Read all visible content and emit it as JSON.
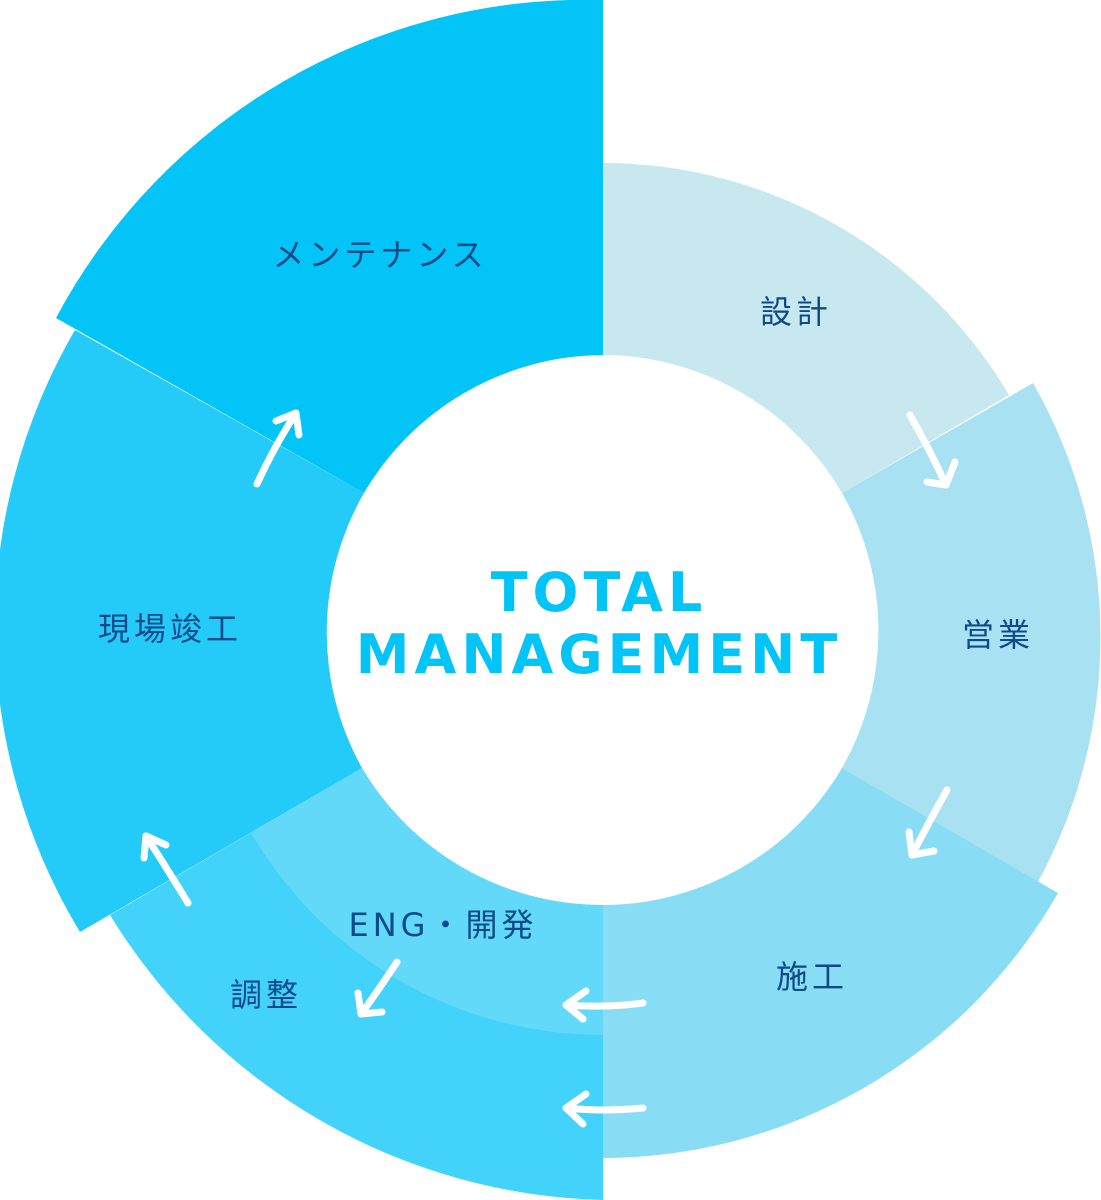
{
  "center": {
    "line1": "TOTAL",
    "line2": "MANAGEMENT"
  },
  "segments": {
    "maintenance": "メンテナンス",
    "design": "設計",
    "sales": "営業",
    "construction": "施工",
    "eng_dev": "ENG・開発",
    "adjustment": "調整",
    "completion": "現場竣工"
  },
  "colors": {
    "maintenance": "#03c4f7",
    "completion": "#24cbf9",
    "adjustment": "#43d2f9",
    "eng_dev": "#62d9f8",
    "construction": "#88ddf4",
    "sales": "#a8e2f2",
    "design": "#c7e8ef",
    "label": "#0d4a8c",
    "center_text": "#03c4f7"
  }
}
